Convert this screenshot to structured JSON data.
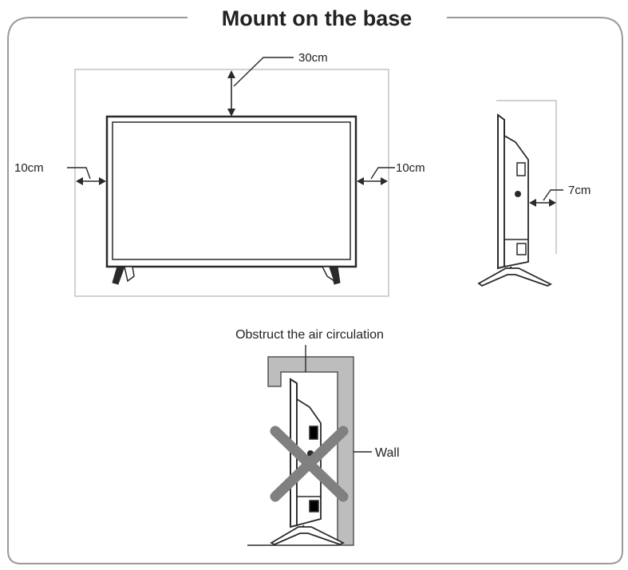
{
  "title": "Mount on the base",
  "front_view": {
    "top_clearance": "30cm",
    "left_clearance": "10cm",
    "right_clearance": "10cm"
  },
  "side_view": {
    "rear_clearance": "7cm"
  },
  "wrong_installation": {
    "caption": "Obstruct the air circulation",
    "wall_label": "Wall"
  },
  "colors": {
    "line": "#2a2a2a",
    "frame": "#9a9a9a",
    "wall_fill": "#bdbdbd",
    "cross": "#808080"
  }
}
